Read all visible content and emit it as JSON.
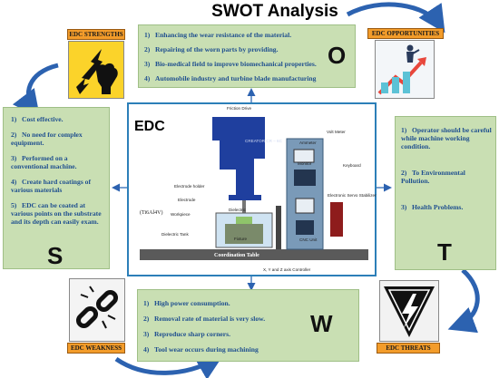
{
  "title": "SWOT Analysis",
  "strengths": {
    "tag": "EDC STRENGTHS",
    "letter": "S",
    "items": [
      {
        "num": "1)",
        "text": "Cost effective."
      },
      {
        "num": "2)",
        "text": "No need for complex equipment."
      },
      {
        "num": "3)",
        "text": "Performed on a conventional machine."
      },
      {
        "num": "4)",
        "text": "Create hard coatings of various materials"
      },
      {
        "num": "5)",
        "text": "EDC can be coated at various points on the substrate and its depth can easily exam."
      }
    ]
  },
  "opportunities": {
    "tag": "EDC OPPORTUNITIES",
    "letter": "O",
    "items": [
      {
        "num": "1)",
        "text": "Enhancing the wear resistance of the material."
      },
      {
        "num": "2)",
        "text": "Repairing of the worn parts by providing."
      },
      {
        "num": "3)",
        "text": "Bio-medical field to improve biomechanical properties."
      },
      {
        "num": "4)",
        "text": "Automobile industry and turbine blade manufacturing"
      }
    ]
  },
  "weakness": {
    "tag": "EDC WEAKNESS",
    "letter": "W",
    "items": [
      {
        "num": "1)",
        "text": "High power consumption."
      },
      {
        "num": "2)",
        "text": "Removal rate of material is very slow."
      },
      {
        "num": "3)",
        "text": "Reproduce sharp corners."
      },
      {
        "num": "4)",
        "text": "Tool wear occurs during machining"
      }
    ]
  },
  "threats": {
    "tag": "EDC THREATS",
    "letter": "T",
    "items": [
      {
        "num": "1)",
        "text": "Operator should be careful while machine working condition."
      },
      {
        "num": "2)",
        "text": "To Environmental Pollution."
      },
      {
        "num": "3)",
        "text": "Health Problems."
      }
    ]
  },
  "center": {
    "label": "EDC",
    "friction_drive": "Friction Drive",
    "volt_meter": "Volt Meter",
    "ammeter": "Ammeter",
    "creator": "CREATOR CR – 6C",
    "monitor": "Monitor",
    "keyboard": "Keyboard",
    "servo": "Electronic Servo Stabilizer",
    "electrode_holder": "Electrode holder",
    "electrode": "Electrode",
    "workpiece_material": "(Ti6Al4V)",
    "workpiece": "Workpiece",
    "dielectric": "Dielectric",
    "dielectric_tank": "Dielectric Tank",
    "fixture": "Fixture",
    "cnc_unit": "CNC Unit",
    "coordination_table": "Coordination Table",
    "axis_controller": "X, Y and Z axis Controller"
  },
  "colors": {
    "green_fill": "#c9dfb3",
    "tag_fill": "#f39c2a",
    "item_text": "#1f4f8f",
    "frame_blue": "#2c7fb8",
    "machine_blue": "#1f3f9e"
  },
  "icons": [
    "fist-lightning-icon",
    "businessman-target-icon",
    "broken-chain-icon",
    "high-voltage-icon"
  ]
}
